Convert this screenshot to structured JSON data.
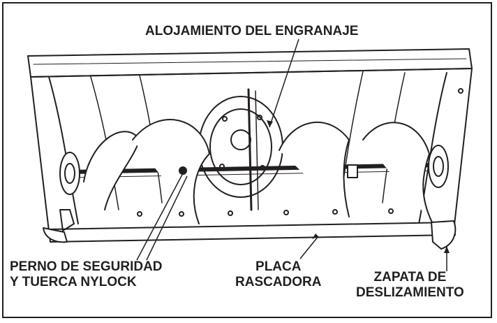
{
  "labels": {
    "gear_housing": "ALOJAMIENTO DEL ENGRANAJE",
    "shear_bolt": [
      "PERNO DE SEGURIDAD",
      "Y TUERCA NYLOCK"
    ],
    "scraper_plate": [
      "PLACA",
      "RASCADORA"
    ],
    "skid_shoe": [
      "ZAPATA DE",
      "DESLIZAMIENTO"
    ]
  },
  "colors": {
    "ink": "#231f20",
    "paper": "#ffffff"
  }
}
